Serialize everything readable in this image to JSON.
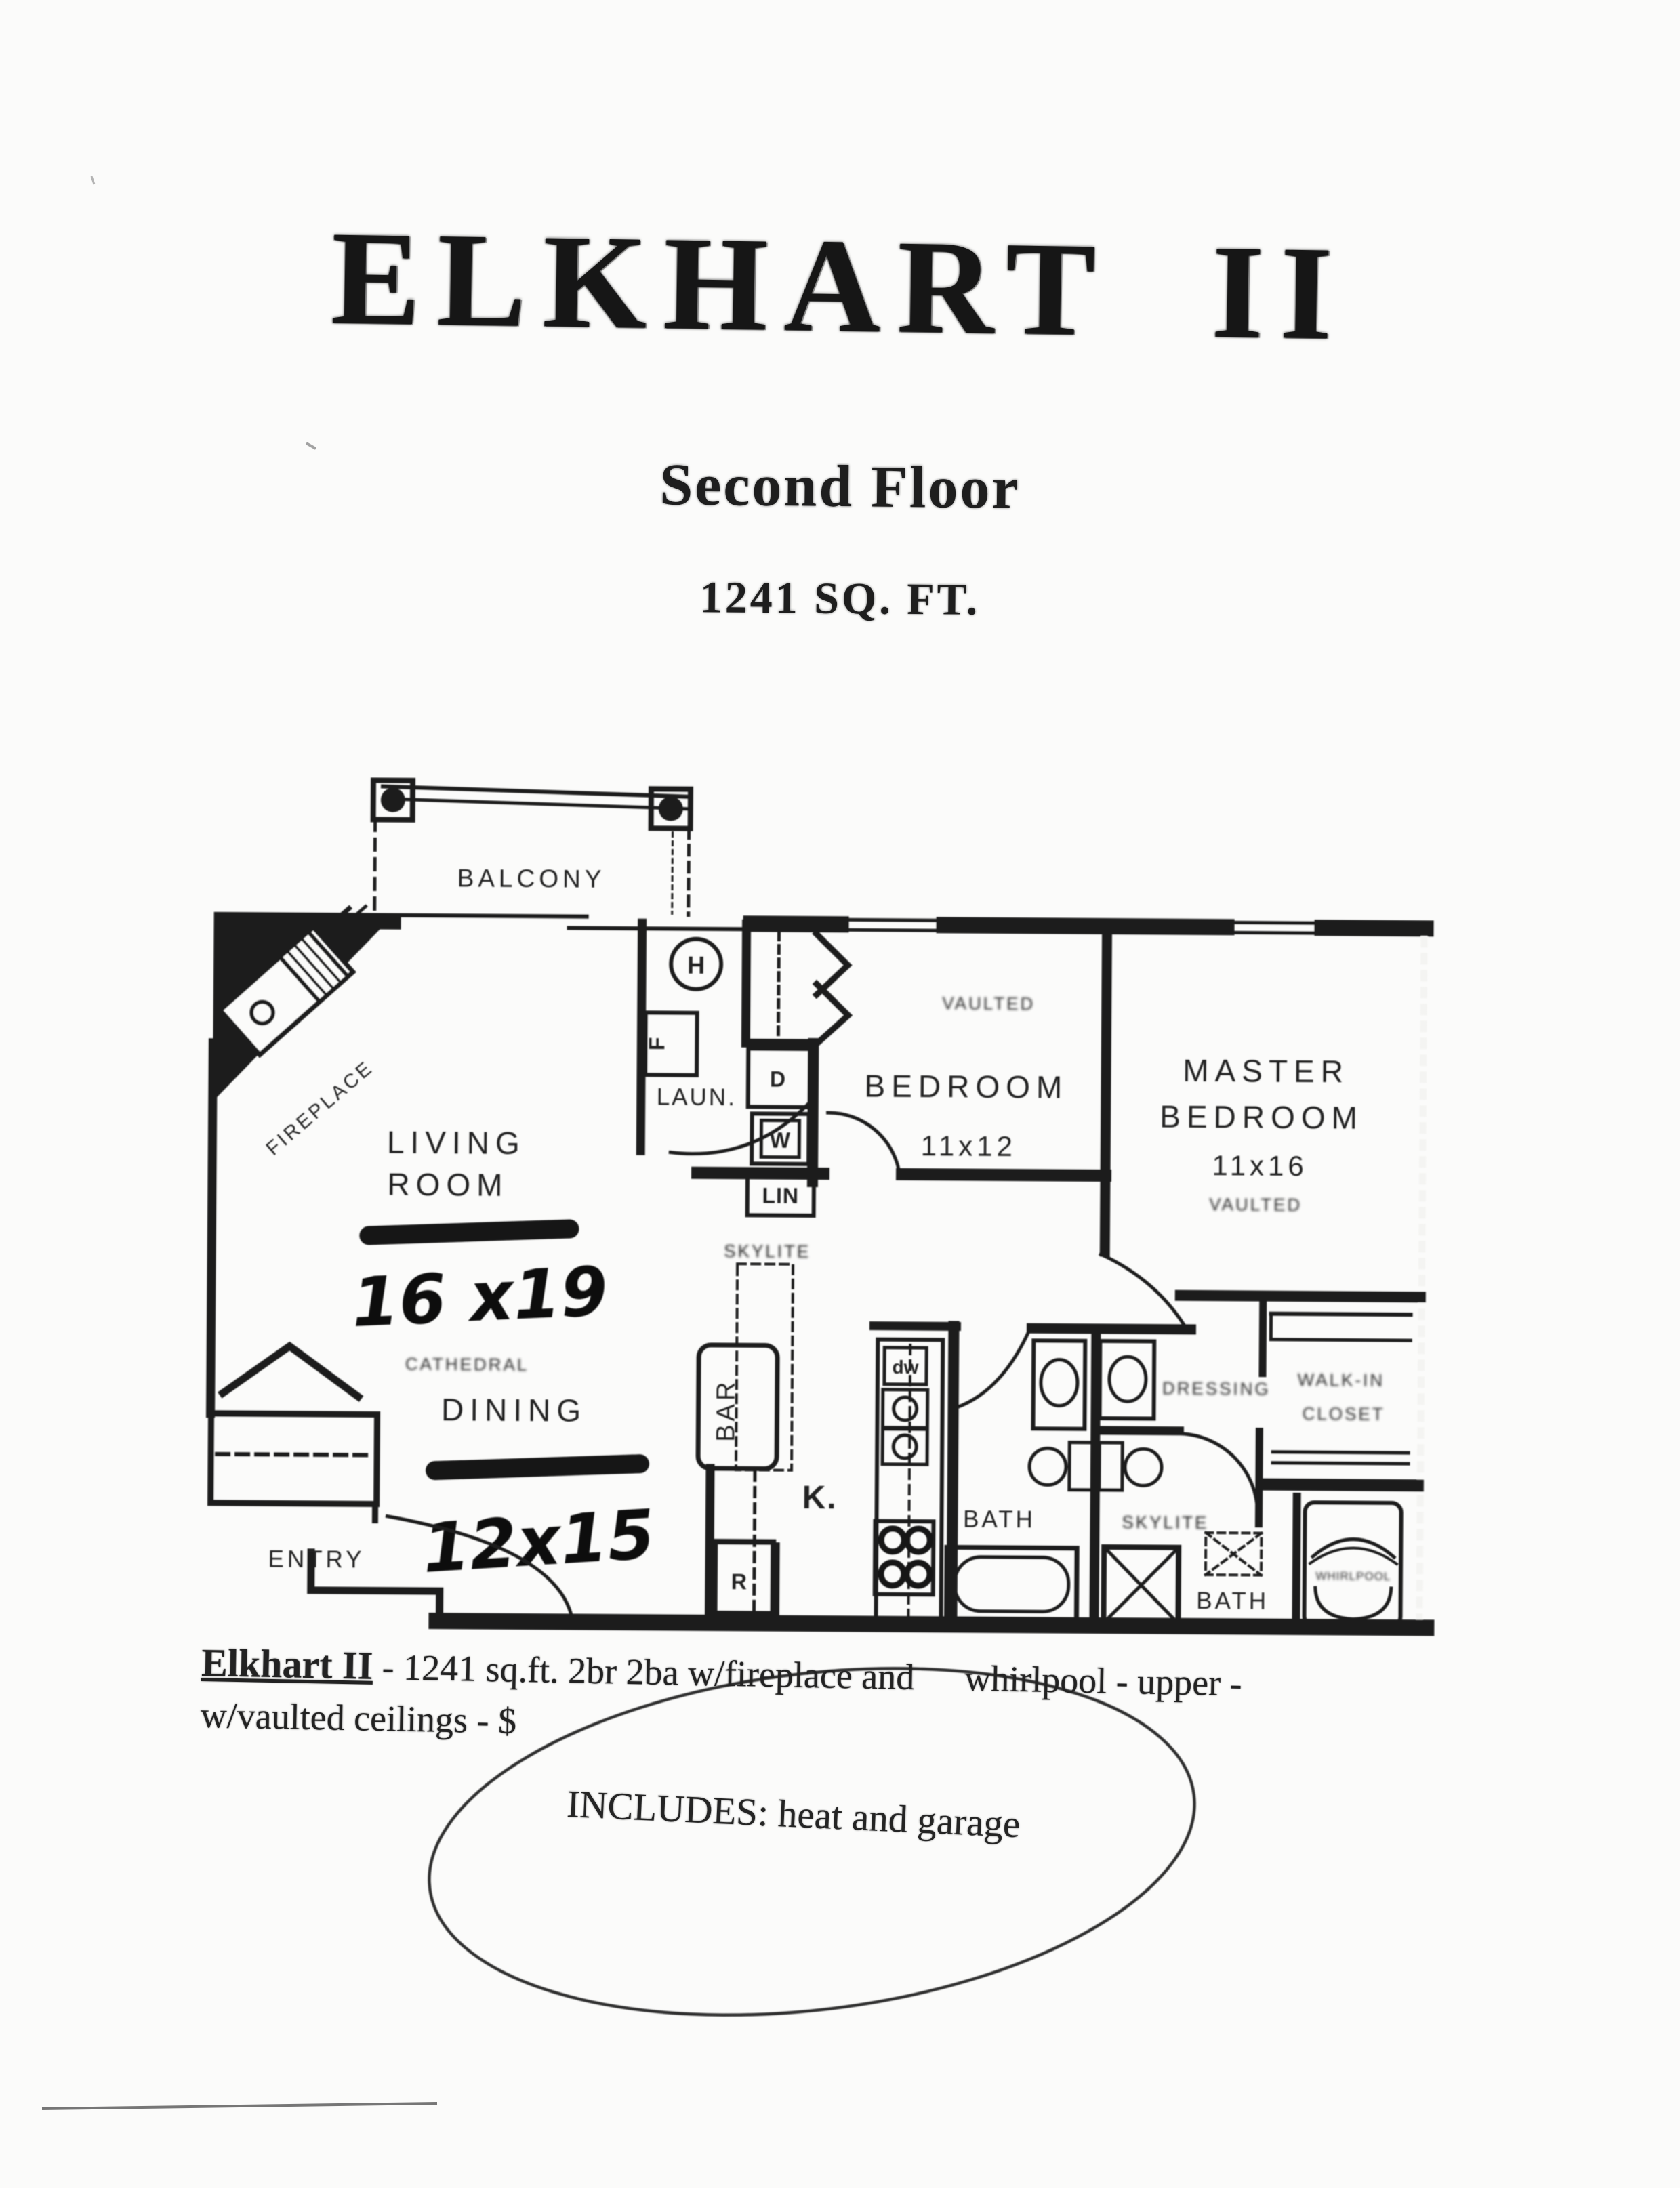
{
  "document": {
    "title": "ELKHART II",
    "subtitle": "Second Floor",
    "area": "1241 SQ. FT."
  },
  "style": {
    "ink_color": "#1e1e1e",
    "paper_color": "#fbfbfa"
  },
  "plan": {
    "balcony_label": "BALCONY",
    "fireplace_label": "FIREPLACE",
    "living_line1": "LIVING",
    "living_line2": "ROOM",
    "living_dims": "16 x19",
    "living_note": "CATHEDRAL",
    "dining_label": "DINING",
    "dining_dims": "12x15",
    "entry_label": "ENTRY",
    "laun_label": "LAUN.",
    "heater_label": "H",
    "furnace_label": "F",
    "dryer_label": "D",
    "washer_label": "W",
    "linen_label": "LIN",
    "bedroom_label": "BEDROOM",
    "bedroom_dims": "11x12",
    "bedroom_note": "VAULTED",
    "master_line1": "MASTER",
    "master_line2": "BEDROOM",
    "master_dims": "11x16",
    "master_note": "VAULTED",
    "bar_label": "BAR",
    "kitchen_label": "K.",
    "skylite_kitchen_label": "SKYLITE",
    "fridge_label": "R",
    "dishwasher_label": "dw",
    "bath1_label": "BATH",
    "bath2_label": "BATH",
    "skylite_bath_label": "SKYLITE",
    "dressing_label": "DRESSING",
    "walkin_line1": "WALK-IN",
    "walkin_line2": "CLOSET",
    "whirlpool_label": "WHIRLPOOL"
  },
  "footer": {
    "name": "Elkhart II",
    "desc1": "- 1241 sq.ft. 2br 2ba w/fireplace and",
    "desc2": "whirlpool - upper -",
    "line2": "w/vaulted ceilings - $",
    "includes": "INCLUDES: heat and garage"
  }
}
